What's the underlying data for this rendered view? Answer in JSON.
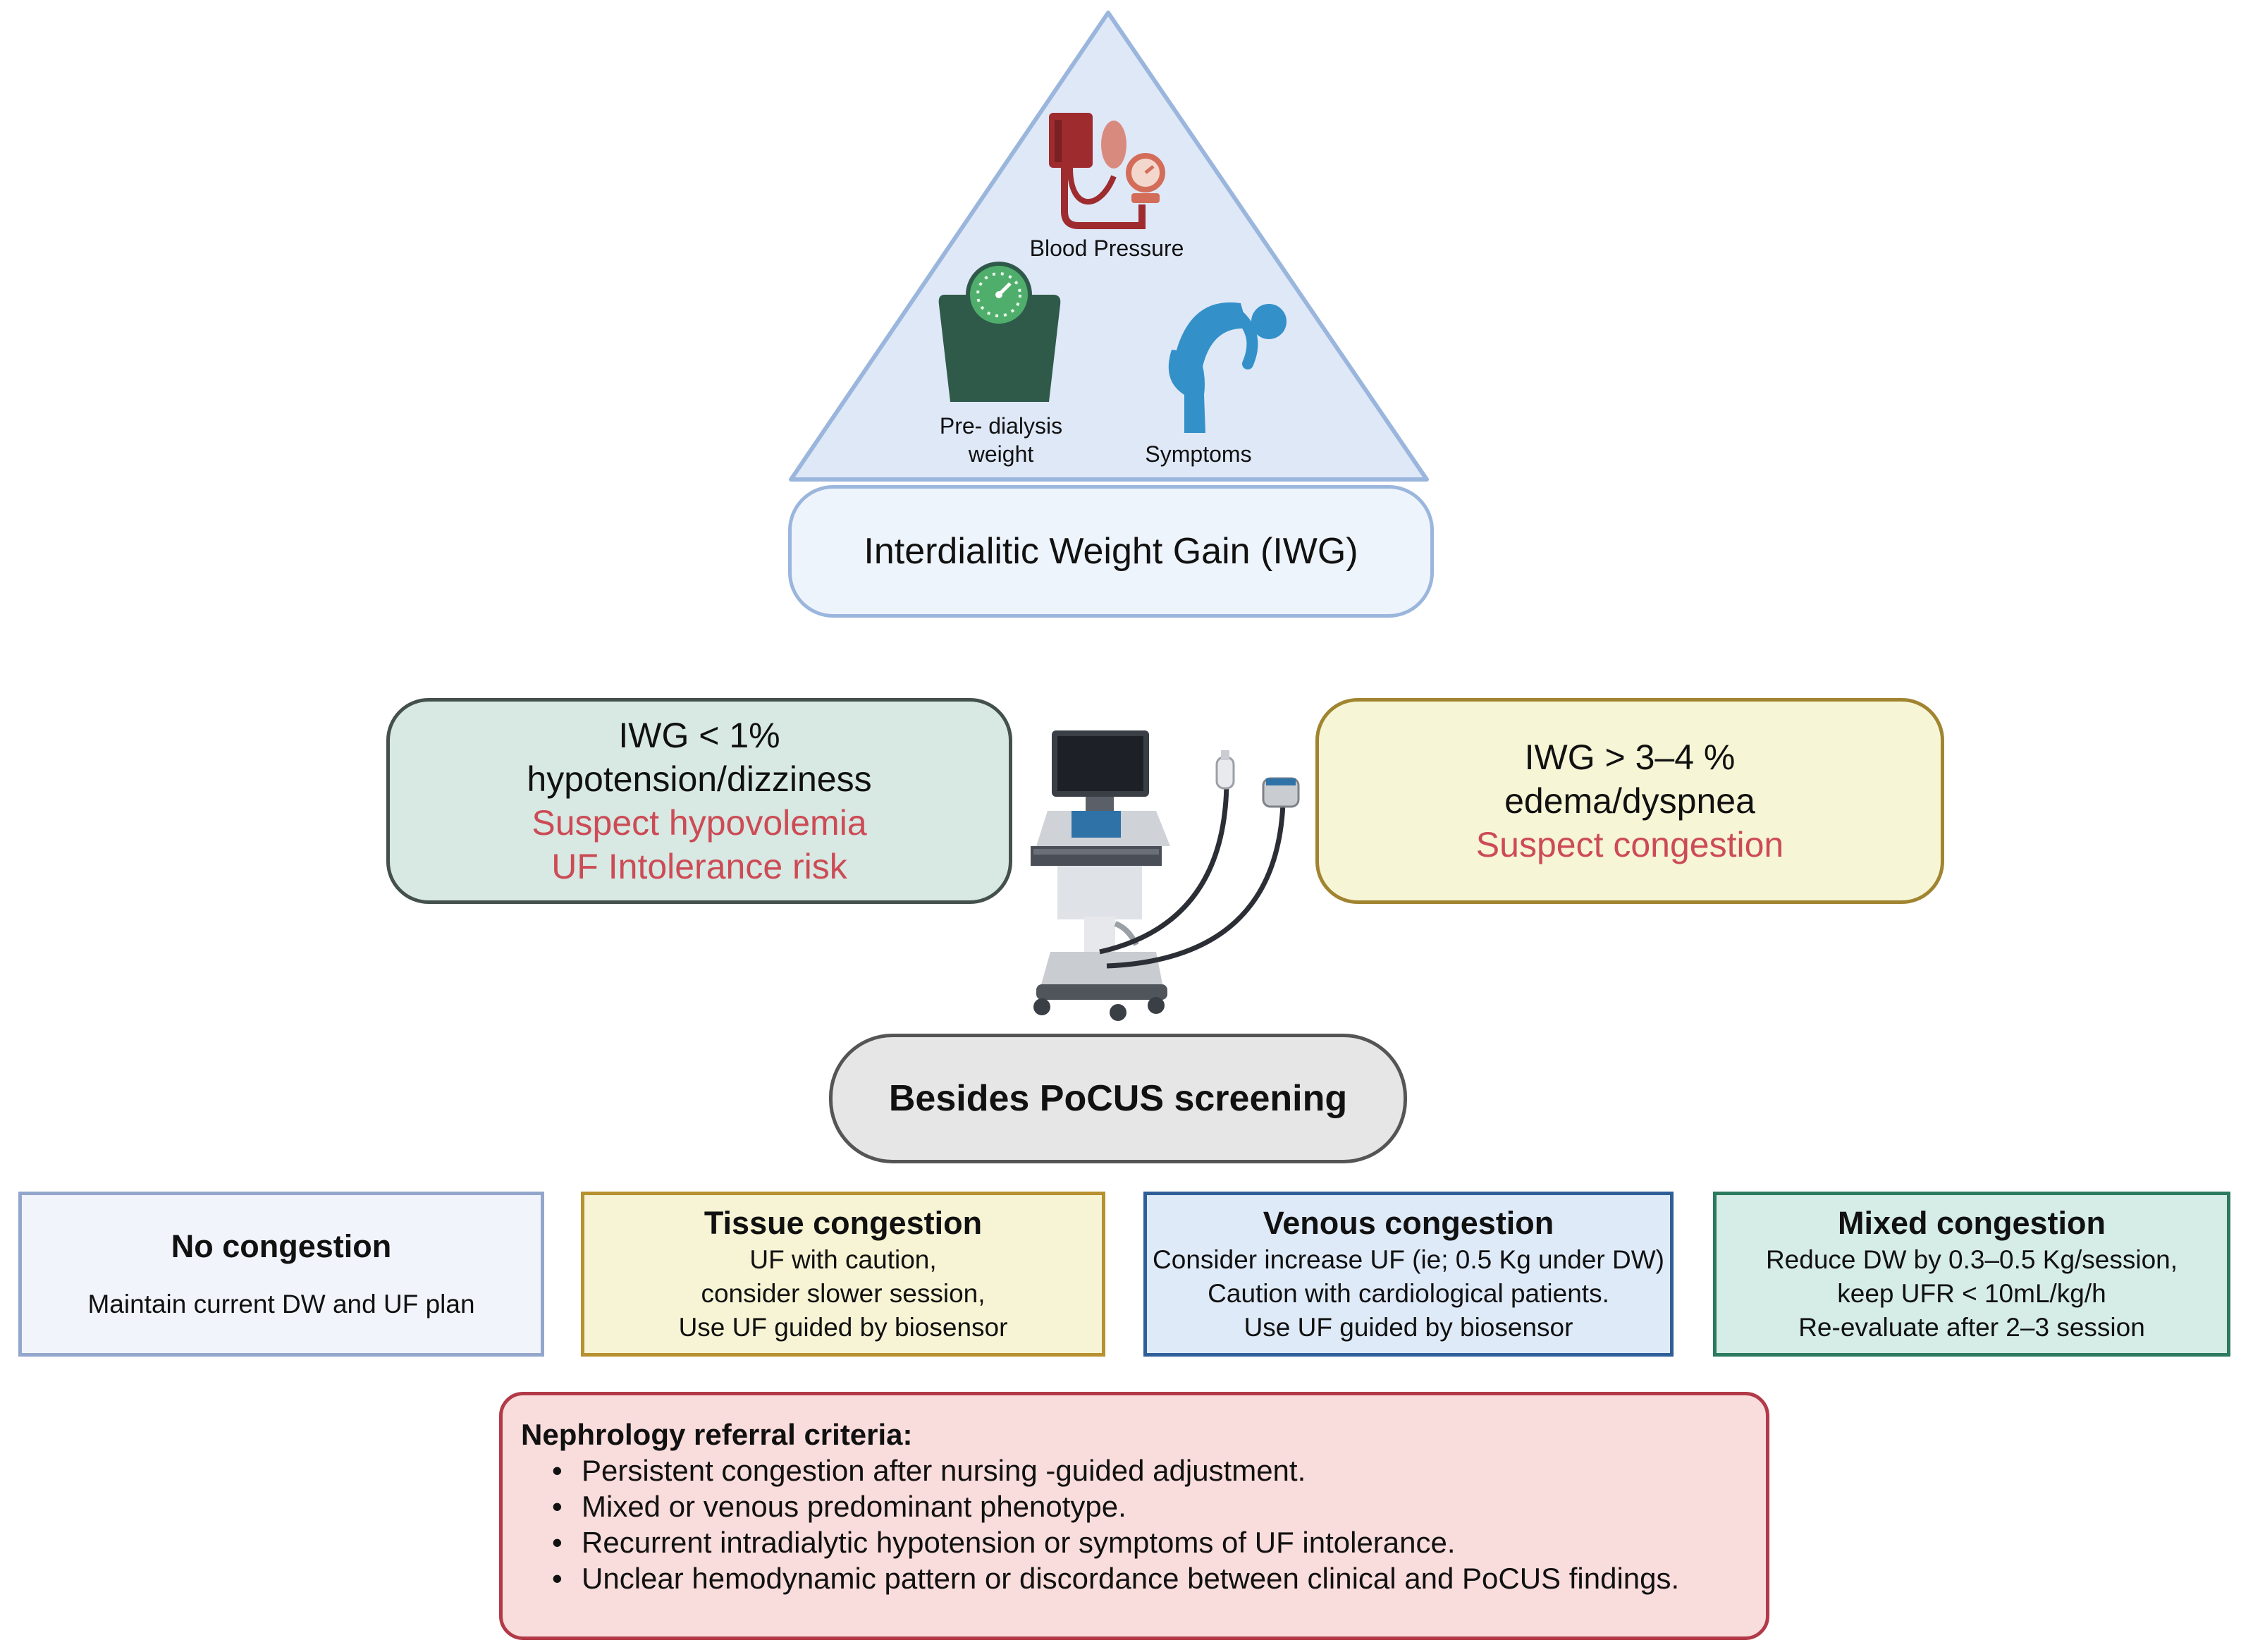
{
  "triangle": {
    "blood_pressure_label": "Blood Pressure",
    "pre_dialysis_label_line1": "Pre- dialysis",
    "pre_dialysis_label_line2": "weight",
    "symptoms_label": "Symptoms"
  },
  "iwg_pill": {
    "text": "Interdialitic Weight Gain (IWG)"
  },
  "left_box": {
    "line1": "IWG < 1%",
    "line2": "hypotension/dizziness",
    "line3": "Suspect hypovolemia",
    "line4": "UF Intolerance risk"
  },
  "right_box": {
    "line1": "IWG > 3–4 %",
    "line2": "edema/dyspnea",
    "line3": "Suspect congestion"
  },
  "pocus_pill": {
    "text": "Besides PoCUS screening"
  },
  "phenotypes": [
    {
      "title": "No congestion",
      "lines": [
        "Maintain current DW and UF plan"
      ]
    },
    {
      "title": "Tissue congestion",
      "lines": [
        "UF with caution,",
        "consider slower session,",
        "Use UF guided by biosensor"
      ]
    },
    {
      "title": "Venous congestion",
      "lines": [
        "Consider increase UF (ie; 0.5 Kg under DW)",
        "Caution with cardiological patients.",
        "Use UF guided by biosensor"
      ]
    },
    {
      "title": "Mixed congestion",
      "lines": [
        "Reduce DW by 0.3–0.5 Kg/session,",
        "keep UFR < 10mL/kg/h",
        "Re-evaluate after 2–3 session"
      ]
    }
  ],
  "referral": {
    "title": "Nephrology referral criteria:",
    "items": [
      "Persistent congestion after nursing -guided adjustment.",
      "Mixed or venous predominant phenotype.",
      "Recurrent intradialytic hypotension or symptoms of UF intolerance.",
      "Unclear hemodynamic pattern or discordance between clinical and PoCUS findings."
    ]
  },
  "colors": {
    "triangle_fill": "#dfe8f7",
    "triangle_stroke": "#9bb6dd",
    "bp_cuff": "#9e2b2e",
    "scale_body": "#2f5a4a",
    "scale_dial": "#4fae6c",
    "symptoms_figure": "#3390c8",
    "alert_red": "#cc4b55"
  }
}
